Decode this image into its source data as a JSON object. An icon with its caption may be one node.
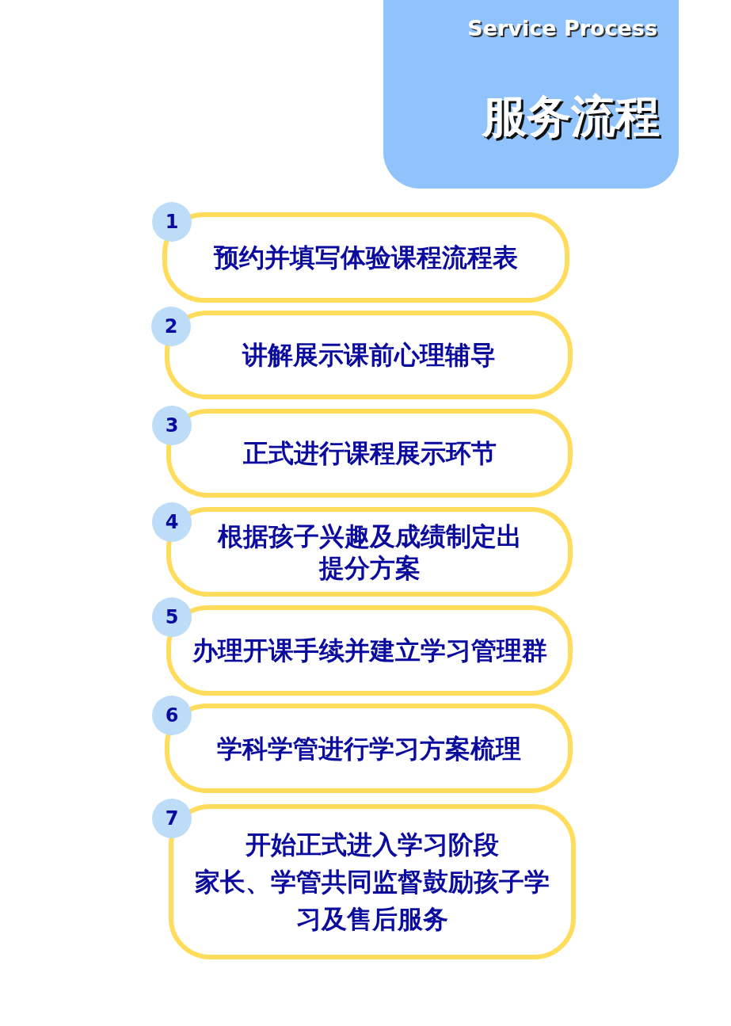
{
  "diagram": {
    "nodes": [
      {
        "text": [
          "Service Process",
          "服务流程"
        ]
      },
      {
        "text": [
          "1"
        ]
      },
      {
        "text": [
          "预约并填写体验课程流程表"
        ]
      },
      {
        "text": [
          "2"
        ]
      },
      {
        "text": [
          "讲解展示课前心理辅导"
        ]
      },
      {
        "text": [
          "3"
        ]
      },
      {
        "text": [
          "正式进行课程展示环节"
        ]
      },
      {
        "text": [
          "4"
        ]
      },
      {
        "text": [
          "根据孩子兴趣及成绩制定出提分方案"
        ]
      },
      {
        "text": [
          "5"
        ]
      },
      {
        "text": [
          "办理开课手续并建立学习管理群"
        ]
      },
      {
        "text": [
          "6"
        ]
      },
      {
        "text": [
          "学科学管进行学习方案梳理"
        ]
      },
      {
        "text": [
          "7"
        ]
      },
      {
        "text": [
          "开始正式进入学习阶段",
          "家长、学管共同监督鼓励孩子学习及售后服务"
        ]
      }
    ]
  }
}
